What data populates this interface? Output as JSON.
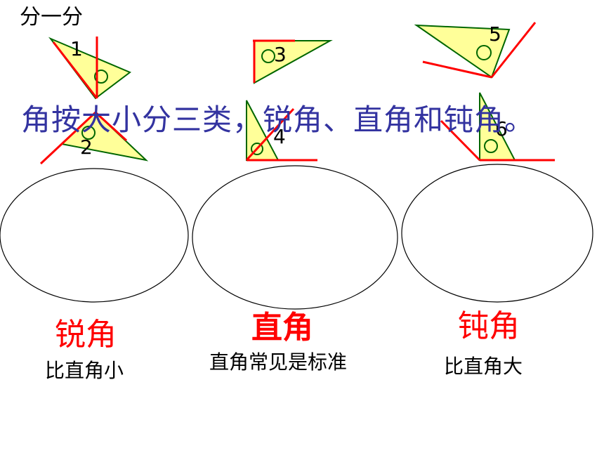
{
  "title": "分一分",
  "summary": "角按大小分三类，锐角、直角和钝角。",
  "set_squares": [
    {
      "number": "1"
    },
    {
      "number": "2"
    },
    {
      "number": "3"
    },
    {
      "number": "4"
    },
    {
      "number": "5"
    },
    {
      "number": "6"
    }
  ],
  "categories": [
    {
      "name": "锐角",
      "description": "比直角小"
    },
    {
      "name": "直角",
      "description": "直角常见是标准"
    },
    {
      "name": "钝角",
      "description": "比直角大"
    }
  ],
  "colors": {
    "triangle_fill": "#ffff99",
    "triangle_stroke": "#006600",
    "angle_line": "#ff0000",
    "summary_text": "#3333a0",
    "category_text": "#ff0000",
    "ellipse_stroke": "#000000"
  }
}
